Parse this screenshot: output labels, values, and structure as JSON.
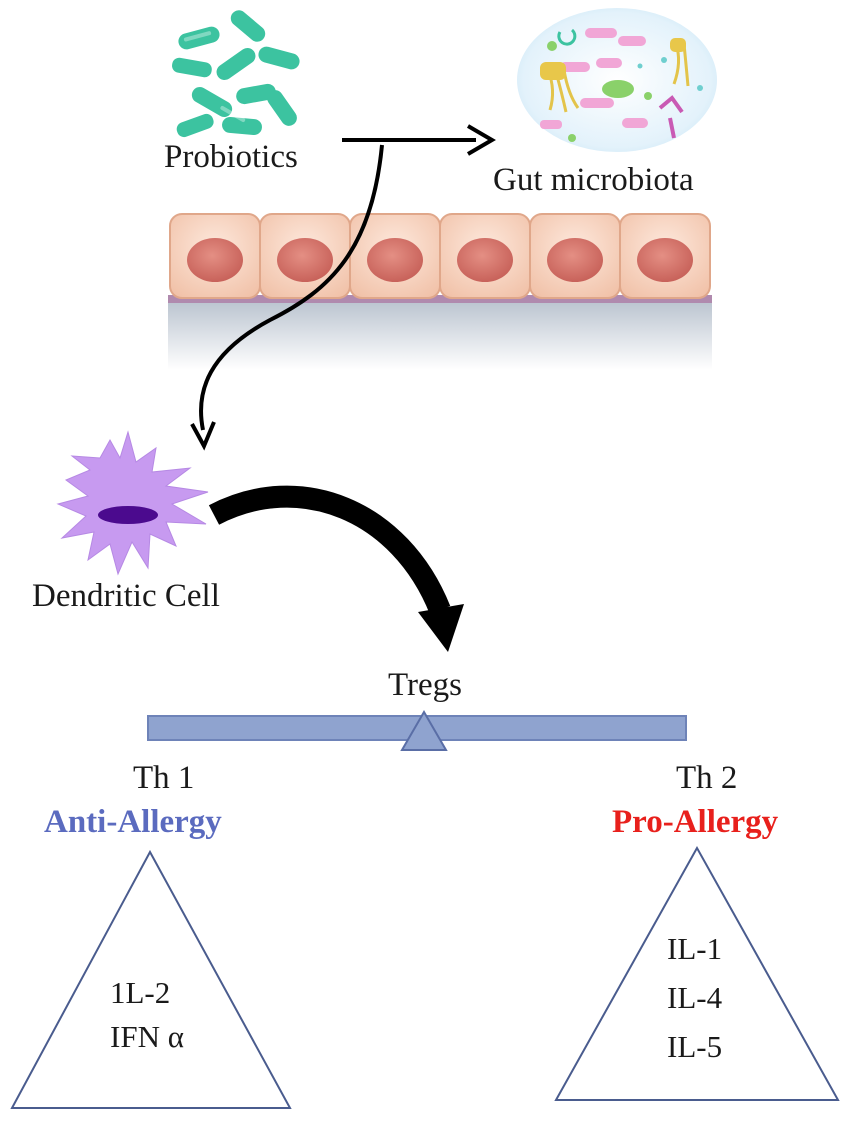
{
  "labels": {
    "probiotics": "Probiotics",
    "gut_microbiota": "Gut microbiota",
    "dendritic_cell": "Dendritic Cell",
    "tregs": "Tregs"
  },
  "left_group": {
    "title": "Th 1",
    "subtitle": "Anti-Allergy",
    "subtitle_color": "#5b6bbf",
    "cytokines": [
      "1L-2",
      "IFN α"
    ]
  },
  "right_group": {
    "title": "Th 2",
    "subtitle": "Pro-Allergy",
    "subtitle_color": "#e8201c",
    "cytokines": [
      "IL-1",
      "IL-4",
      "IL-5"
    ]
  },
  "colors": {
    "bacteria": "#3cc3a0",
    "epithelium_cell": "#f7d3bf",
    "nucleus": "#d9776c",
    "dendritic_cell": "#c79af0",
    "dendritic_nucleus": "#4b0a8e",
    "balance_beam": "#8fa3cf",
    "triangle_stroke": "#4a5c8e"
  }
}
